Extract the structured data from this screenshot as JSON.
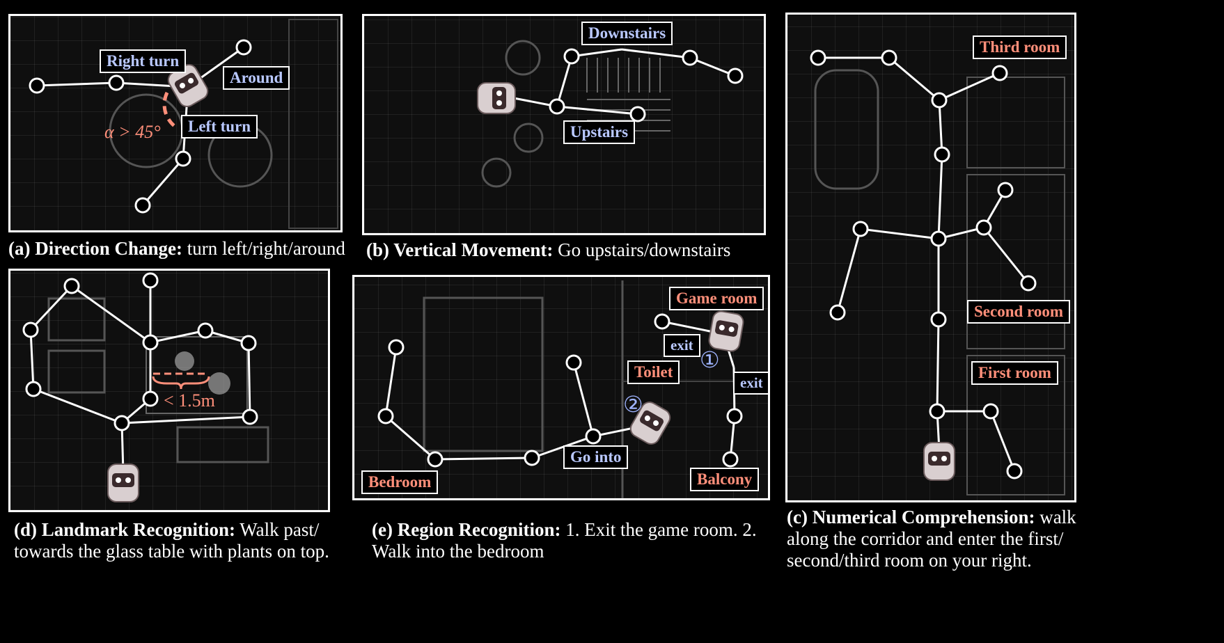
{
  "panels": {
    "a": {
      "caption_label": "(a) Direction Change:",
      "caption_text": " turn left/right/around",
      "tags": {
        "right_turn": "Right turn",
        "around": "Around",
        "left_turn": "Left turn"
      },
      "angle_note": "α > 45°"
    },
    "b": {
      "caption_label": "(b) Vertical Movement:",
      "caption_text": " Go upstairs/downstairs",
      "tags": {
        "downstairs": "Downstairs",
        "upstairs": "Upstairs"
      }
    },
    "c": {
      "caption_label": "(c) Numerical Comprehension:",
      "caption_text": " walk along the corridor and enter the first/ second/third room on your right.",
      "tags": {
        "third_room": "Third room",
        "second_room": "Second room",
        "first_room": "First room"
      }
    },
    "d": {
      "caption_label": "(d) Landmark Recognition:",
      "caption_text": " Walk past/ towards the glass table with plants on top.",
      "distance_note": "< 1.5m"
    },
    "e": {
      "caption_label": "(e) Region Recognition:",
      "caption_text": " 1. Exit the game room. 2. Walk into the bedroom",
      "tags": {
        "game_room": "Game room",
        "exit_1": "exit",
        "toilet": "Toilet",
        "exit_2": "exit",
        "bedroom": "Bedroom",
        "go_into": "Go into",
        "balcony": "Balcony"
      },
      "marker_1": "①",
      "marker_2": "②"
    }
  },
  "colors": {
    "blue_label": "#b9c8ff",
    "red_label": "#ff8f7a",
    "node_fill": "#000000",
    "edge": "#ffffff"
  }
}
